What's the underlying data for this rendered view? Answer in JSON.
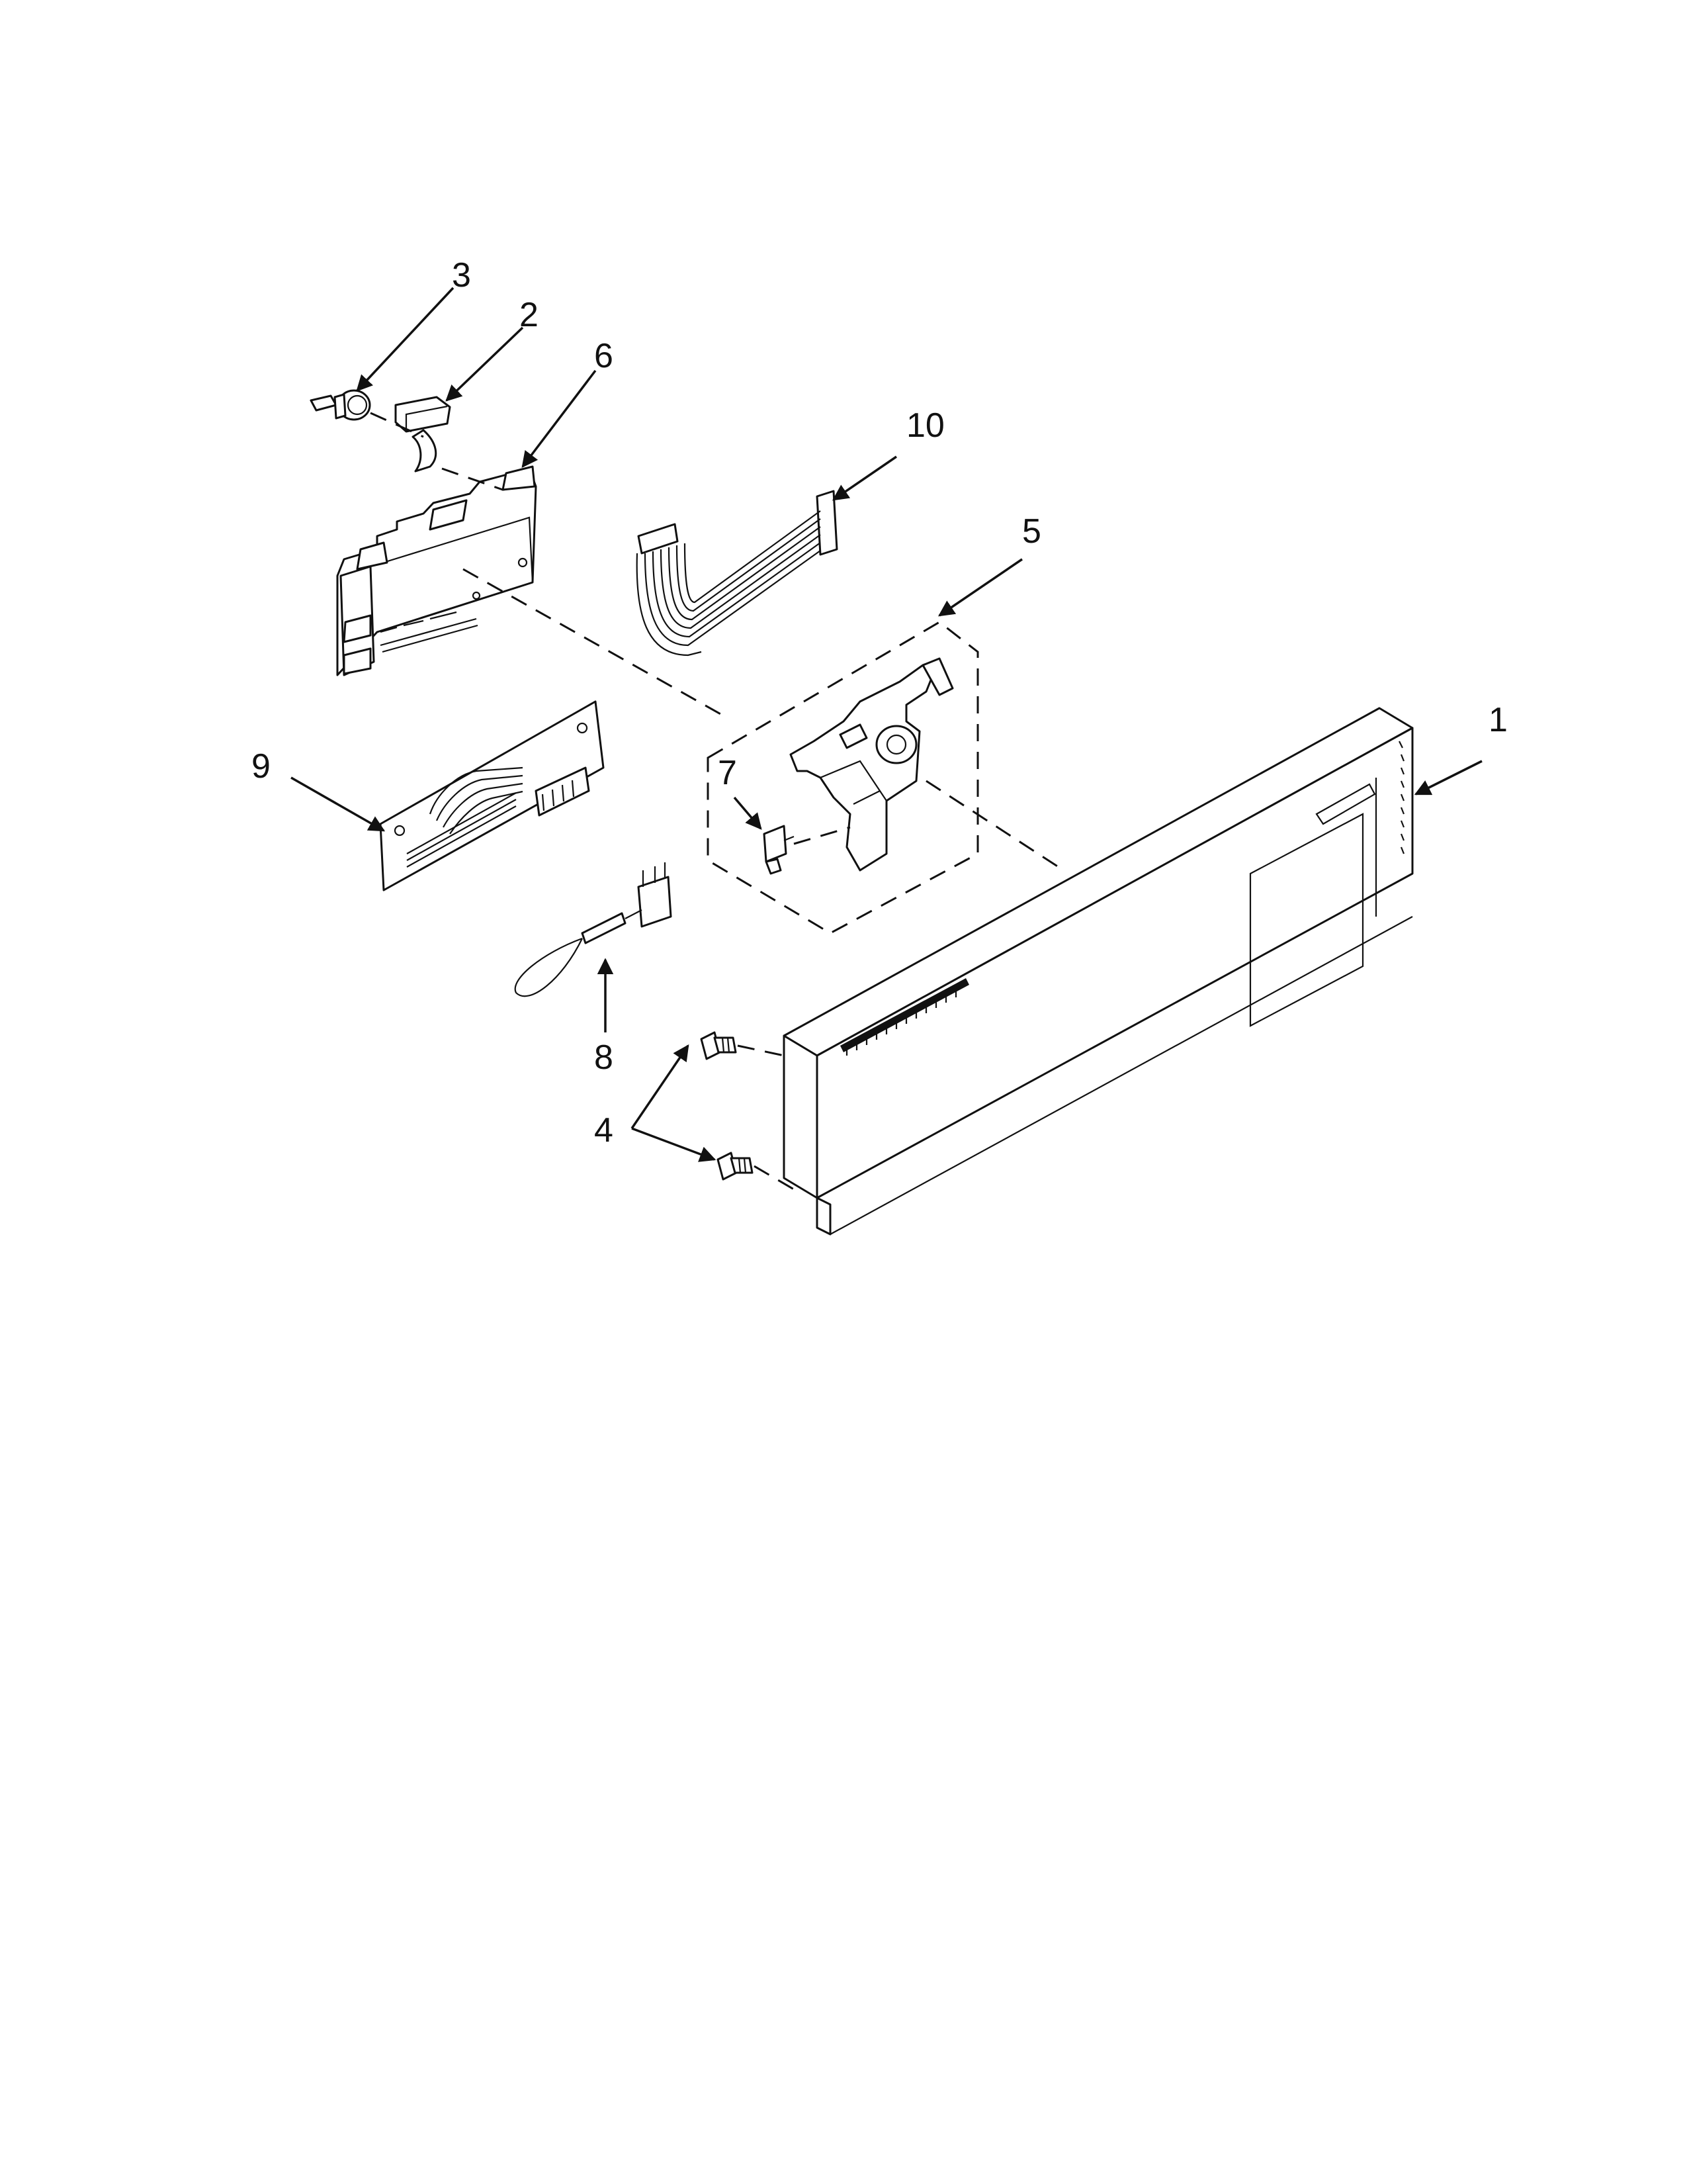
{
  "callouts": [
    {
      "id": "1",
      "label": "1"
    },
    {
      "id": "2",
      "label": "2"
    },
    {
      "id": "3",
      "label": "3"
    },
    {
      "id": "4",
      "label": "4"
    },
    {
      "id": "5",
      "label": "5"
    },
    {
      "id": "6",
      "label": "6"
    },
    {
      "id": "7",
      "label": "7"
    },
    {
      "id": "8",
      "label": "8"
    },
    {
      "id": "9",
      "label": "9"
    },
    {
      "id": "10",
      "label": "10"
    }
  ],
  "colors": {
    "line": "#111111",
    "background": "#ffffff"
  }
}
